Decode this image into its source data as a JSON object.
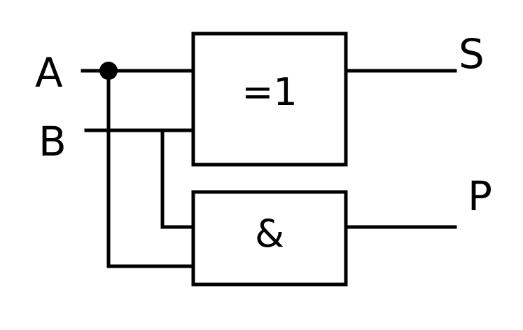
{
  "inputs": {
    "a_label": "A",
    "b_label": "B"
  },
  "outputs": {
    "s_label": "S",
    "p_label": "P"
  },
  "gates": {
    "xor_label": "=1",
    "and_label": "&"
  },
  "colors": {
    "line": "#000000",
    "background": "#ffffff"
  }
}
